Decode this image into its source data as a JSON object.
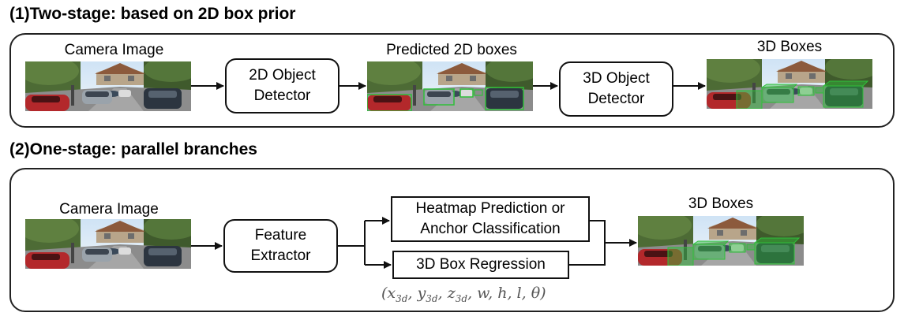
{
  "sections": [
    {
      "title": "(1)Two-stage: based on 2D box prior",
      "image_labels": [
        "Camera Image",
        "Predicted 2D boxes",
        "3D Boxes"
      ],
      "blocks": [
        "2D Object\nDetector",
        "3D Object\nDetector"
      ]
    },
    {
      "title": "(2)One-stage: parallel branches",
      "image_labels": [
        "Camera Image",
        "3D Boxes"
      ],
      "blocks": [
        "Feature\nExtractor",
        "Heatmap Prediction or\nAnchor Classification",
        "3D Box Regression"
      ],
      "formula": {
        "open": "(",
        "x": "x",
        "x_sub": "3d",
        "y": "y",
        "y_sub": "3d",
        "z": "z",
        "z_sub": "3d",
        "rest": ", w, h, l, θ",
        "close": ")"
      }
    }
  ],
  "colors": {
    "box_green": "#2fbf3a",
    "border": "#111111",
    "formula_gray": "#555555"
  }
}
